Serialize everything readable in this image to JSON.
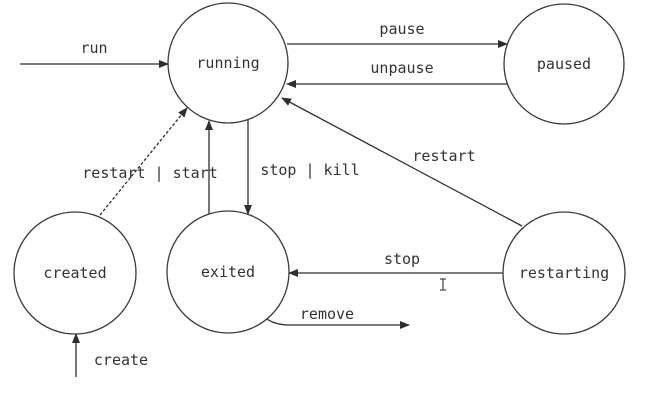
{
  "states": {
    "running": "running",
    "paused": "paused",
    "created": "created",
    "exited": "exited",
    "restarting": "restarting"
  },
  "transitions": {
    "run": "run",
    "pause": "pause",
    "unpause": "unpause",
    "restart_start": "restart | start",
    "stop_kill": "stop | kill",
    "restart": "restart",
    "stop": "stop",
    "remove": "remove",
    "create": "create"
  },
  "colors": {
    "stroke": "#3a3a3a",
    "text": "#333333",
    "background": "#ffffff"
  },
  "icons": {
    "cursor": "text-cursor-icon"
  }
}
